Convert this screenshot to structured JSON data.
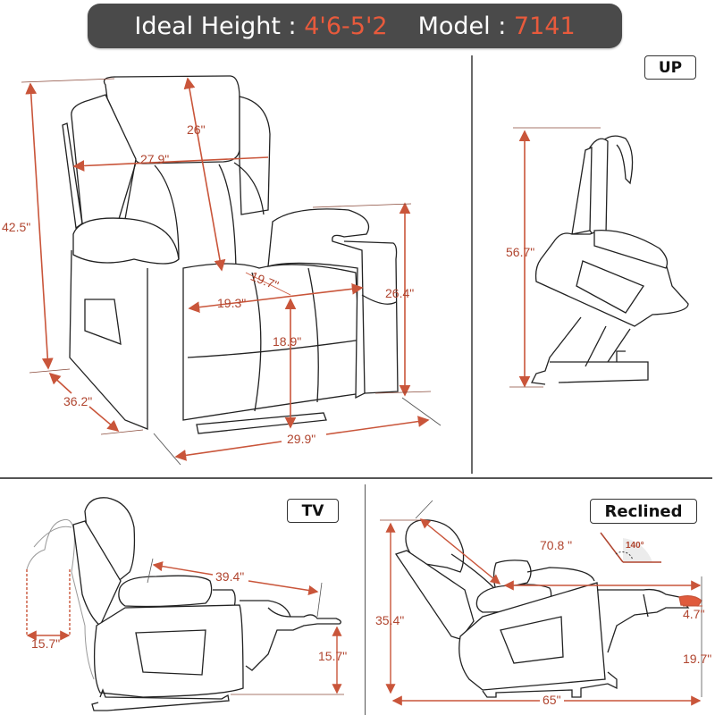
{
  "banner": {
    "height_label": "Ideal Height :",
    "height_value": "4'6-5'2",
    "model_label": "Model :",
    "model_value": "7141"
  },
  "colors": {
    "banner_bg": "#4a4a4a",
    "accent": "#e85a3c",
    "dimension_line": "#c9553a",
    "dimension_text": "#b0452f",
    "outline": "#222222"
  },
  "views": {
    "front": {
      "dimensions": {
        "total_height": "42.5\"",
        "back_height": "26\"",
        "back_width": "27.9\"",
        "seat_depth": "19.7\"",
        "seat_width": "19.3\"",
        "seat_height": "18.9\"",
        "arm_height": "26.4\"",
        "depth": "36.2\"",
        "width": "29.9\""
      }
    },
    "up": {
      "label": "UP",
      "dimensions": {
        "lifted_height": "56.7\""
      }
    },
    "tv": {
      "label": "TV",
      "dimensions": {
        "wall_clearance": "15.7\"",
        "arm_to_footrest": "39.4\"",
        "footrest_height": "15.7\""
      }
    },
    "reclined": {
      "label": "Reclined",
      "angle": "140°",
      "dimensions": {
        "length": "70.8 \"",
        "height": "35.4\"",
        "footrest_extension": "4.7\"",
        "footrest_height": "19.7\"",
        "total_length": "65\""
      }
    }
  }
}
